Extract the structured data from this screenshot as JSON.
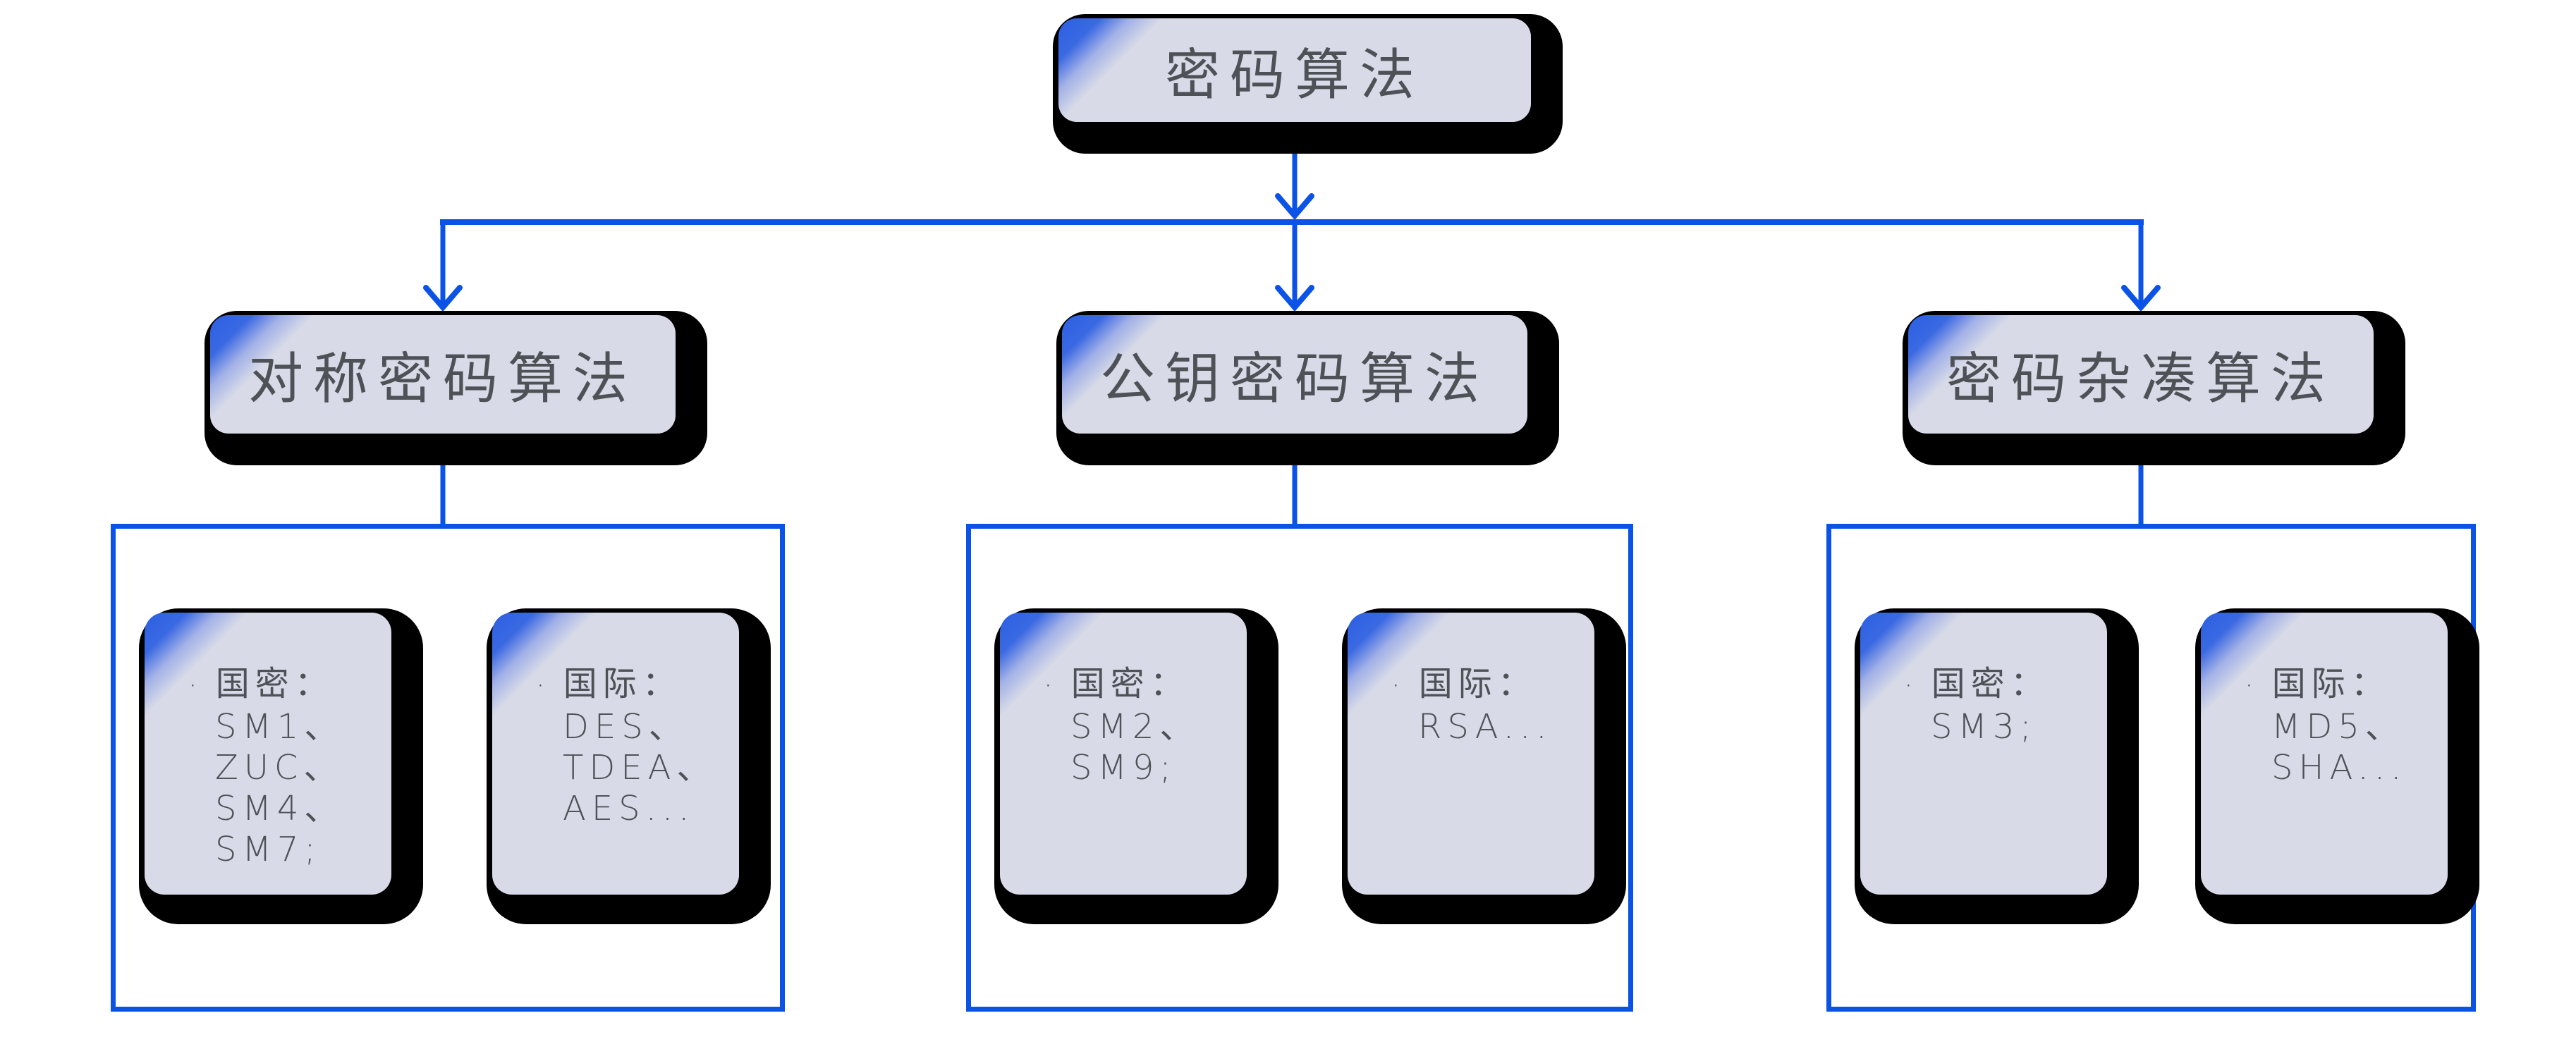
{
  "diagram": {
    "root": {
      "label": "密码算法"
    },
    "branches": [
      {
        "label": "对称密码算法",
        "cards": [
          {
            "bullet": "·",
            "title": "国密：",
            "items": [
              "SM1、",
              "ZUC、",
              "SM4、",
              "SM7;"
            ]
          },
          {
            "bullet": "·",
            "title": "国际：",
            "items": [
              "DES、",
              "TDEA、",
              "AES..."
            ]
          }
        ]
      },
      {
        "label": "公钥密码算法",
        "cards": [
          {
            "bullet": "·",
            "title": "国密：",
            "items": [
              "SM2、",
              "SM9;"
            ]
          },
          {
            "bullet": "·",
            "title": "国际：",
            "items": [
              "RSA..."
            ]
          }
        ]
      },
      {
        "label": "密码杂凑算法",
        "cards": [
          {
            "bullet": "·",
            "title": "国密：",
            "items": [
              "SM3;"
            ]
          },
          {
            "bullet": "·",
            "title": "国际：",
            "items": [
              "MD5、",
              "SHA..."
            ]
          }
        ]
      }
    ],
    "colors": {
      "connector_blue": "#0b52e6",
      "card_fill": "#d8dbe7",
      "corner_blue": "#2c5fe2",
      "text_gray": "#4e5156",
      "shadow_black": "#000000"
    }
  }
}
